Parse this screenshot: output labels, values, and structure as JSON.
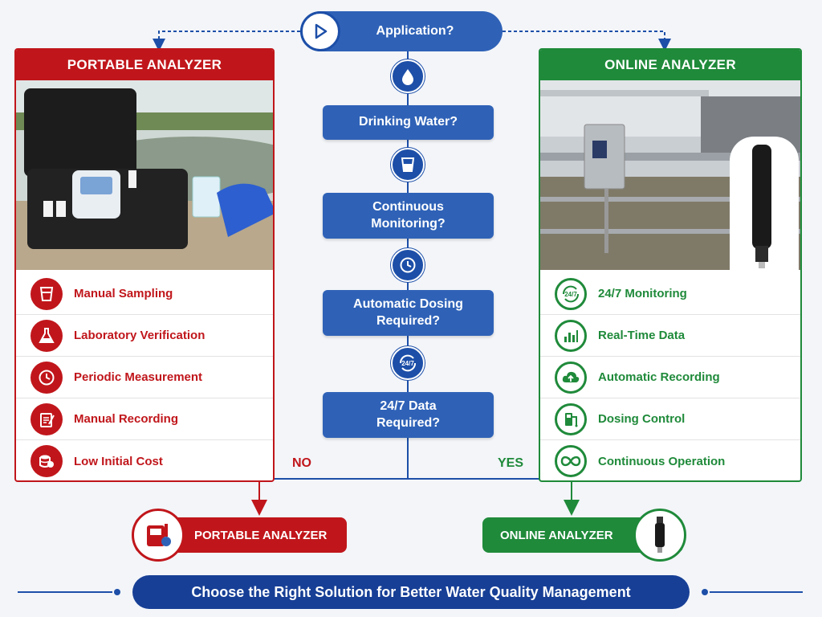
{
  "top": {
    "question": "Application?"
  },
  "left_panel": {
    "title": "PORTABLE ANALYZER",
    "features": [
      {
        "label": "Manual Sampling",
        "icon": "cup-icon"
      },
      {
        "label": "Laboratory Verification",
        "icon": "flask-icon"
      },
      {
        "label": "Periodic Measurement",
        "icon": "clock-icon"
      },
      {
        "label": "Manual Recording",
        "icon": "clipboard-icon"
      },
      {
        "label": "Low Initial Cost",
        "icon": "coins-icon"
      }
    ]
  },
  "right_panel": {
    "title": "ONLINE ANALYZER",
    "features": [
      {
        "label": "24/7 Monitoring",
        "icon": "24-7-icon"
      },
      {
        "label": "Real-Time Data",
        "icon": "bar-chart-icon"
      },
      {
        "label": "Automatic Recording",
        "icon": "cloud-upload-icon"
      },
      {
        "label": "Dosing Control",
        "icon": "dosing-pump-icon"
      },
      {
        "label": "Continuous Operation",
        "icon": "infinity-icon"
      }
    ]
  },
  "flow": {
    "steps": [
      "Drinking Water?",
      "Continuous Monitoring?",
      "Automatic Dosing Required?",
      "24/7 Data Required?"
    ],
    "icon_247": "24/7"
  },
  "branches": {
    "no": "NO",
    "yes": "YES"
  },
  "results": {
    "portable": "PORTABLE ANALYZER",
    "online": "ONLINE ANALYZER"
  },
  "footer": {
    "banner": "Choose the Right Solution for Better Water Quality Management"
  },
  "colors": {
    "red": "#c0161b",
    "green": "#1f8a3a",
    "blue": "#2f62b7",
    "navy": "#173f96"
  }
}
